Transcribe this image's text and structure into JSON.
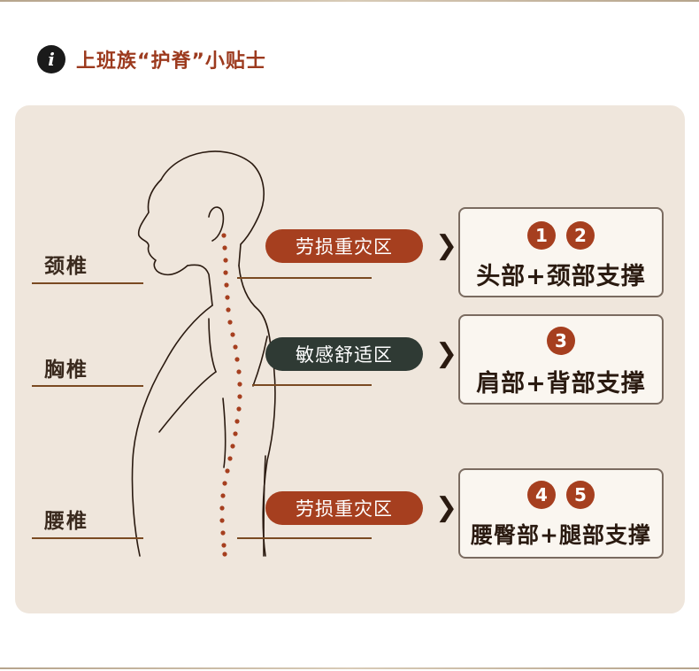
{
  "header": {
    "icon": "info-icon",
    "icon_glyph": "i",
    "title": "上班族“护脊”小贴士"
  },
  "regions": [
    {
      "label": "颈椎"
    },
    {
      "label": "胸椎"
    },
    {
      "label": "腰椎"
    }
  ],
  "zones": [
    {
      "label": "劳损重灾区",
      "color": "#a63f1f"
    },
    {
      "label": "敏感舒适区",
      "color": "#2f3a34"
    },
    {
      "label": "劳损重灾区",
      "color": "#a63f1f"
    }
  ],
  "supports": [
    {
      "numbers": [
        "1",
        "2"
      ],
      "text": "头部+颈部支撑"
    },
    {
      "numbers": [
        "3"
      ],
      "text": "肩部+背部支撑"
    },
    {
      "numbers": [
        "4",
        "5"
      ],
      "text": "腰臀部+腿部支撑"
    }
  ],
  "colors": {
    "accent": "#a63f1f",
    "dark_pill": "#2f3a34",
    "panel": "#efe6dc",
    "spine_dots": "#a63f1f"
  }
}
